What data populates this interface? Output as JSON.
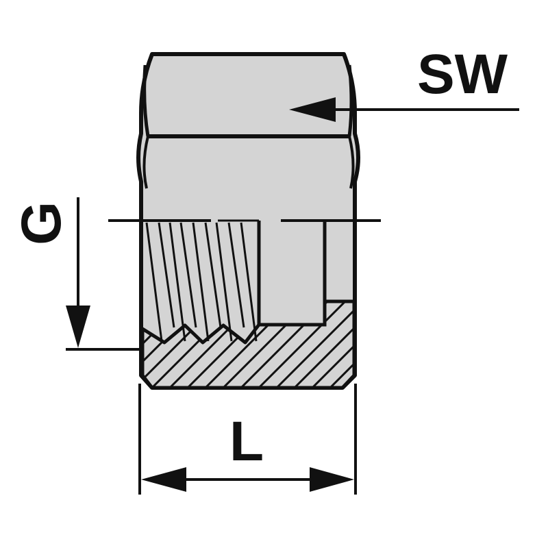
{
  "labels": {
    "wrench_size": "SW",
    "thread": "G",
    "length": "L"
  },
  "colors": {
    "body_fill": "#d4d4d4",
    "stroke": "#111111",
    "background": "#ffffff"
  }
}
